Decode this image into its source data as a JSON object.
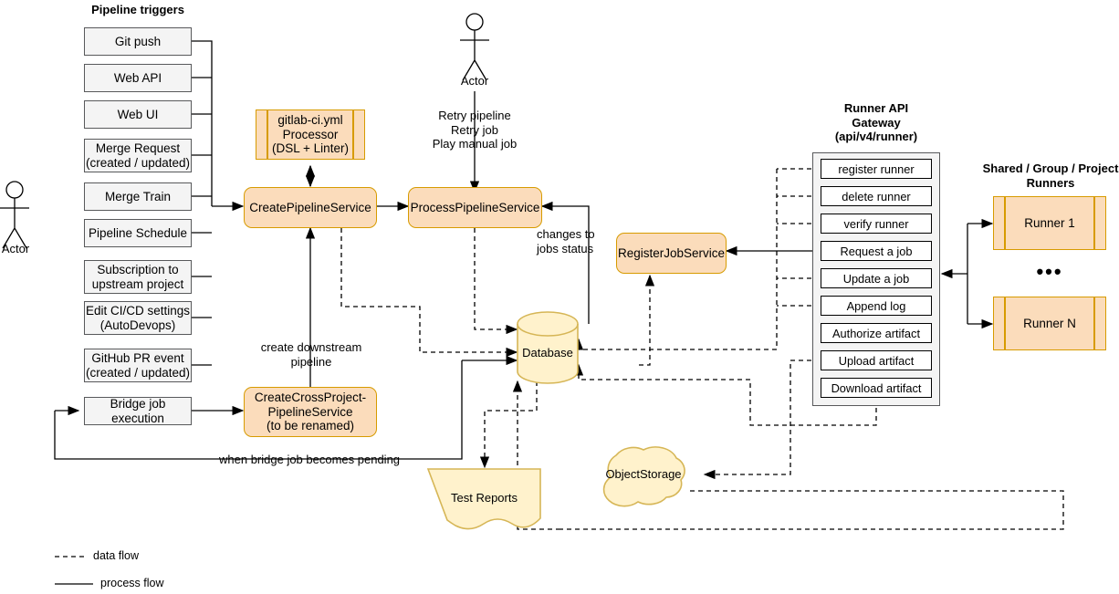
{
  "diagram": {
    "title_triggers": "Pipeline triggers",
    "title_gateway": "Runner API\nGateway\n(api/v4/runner)",
    "title_runners": "Shared / Group / Project\nRunners"
  },
  "actors": [
    {
      "name": "actor-left",
      "label": "Actor"
    },
    {
      "name": "actor-top",
      "label": "Actor"
    }
  ],
  "triggers": [
    {
      "label": "Git push"
    },
    {
      "label": "Web API"
    },
    {
      "label": "Web UI"
    },
    {
      "label": "Merge Request\n(created / updated)"
    },
    {
      "label": "Merge Train"
    },
    {
      "label": "Pipeline Schedule"
    },
    {
      "label": "Subscription to\nupstream project"
    },
    {
      "label": "Edit CI/CD settings\n(AutoDevops)"
    },
    {
      "label": "GitHub PR event\n(created / updated)"
    },
    {
      "label": "Bridge job execution"
    }
  ],
  "services": [
    {
      "name": "gitlab-ci-yml-processor",
      "label": "gitlab-ci.yml\nProcessor\n(DSL + Linter)"
    },
    {
      "name": "create-pipeline-service",
      "label": "CreatePipelineService"
    },
    {
      "name": "process-pipeline-service",
      "label": "ProcessPipelineService"
    },
    {
      "name": "register-job-service",
      "label": "RegisterJobService"
    },
    {
      "name": "create-cross-project-pipeline-service",
      "label": "CreateCrossProject-\nPipelineService\n(to be renamed)"
    }
  ],
  "stores": [
    {
      "name": "database",
      "label": "Database"
    },
    {
      "name": "object-storage",
      "label": "ObjectStorage"
    },
    {
      "name": "test-reports",
      "label": "Test Reports"
    }
  ],
  "api_endpoints": [
    {
      "label": "register runner"
    },
    {
      "label": "delete runner"
    },
    {
      "label": "verify runner"
    },
    {
      "label": "Request a job"
    },
    {
      "label": "Update a job"
    },
    {
      "label": "Append log"
    },
    {
      "label": "Authorize artifact"
    },
    {
      "label": "Upload artifact"
    },
    {
      "label": "Download artifact"
    }
  ],
  "runners": [
    {
      "label": "Runner 1"
    },
    {
      "label": "Runner N"
    }
  ],
  "runners_ellipsis": "•••",
  "edge_labels": [
    {
      "name": "retry-pipeline-label",
      "text": "Retry pipeline\nRetry job\nPlay manual job"
    },
    {
      "name": "changes-to-jobs-status-label",
      "text": "changes to\njobs status"
    },
    {
      "name": "create-downstream-pipeline-label",
      "text": "create downstream\npipeline"
    },
    {
      "name": "when-bridge-job-becomes-pending-label",
      "text": "when bridge job becomes pending"
    }
  ],
  "legend": [
    {
      "style": "dashed",
      "label": "data flow"
    },
    {
      "style": "solid",
      "label": "process flow"
    }
  ],
  "colors": {
    "service_fill": "#fbdcbb",
    "service_stroke": "#d79b00",
    "store_fill": "#fff2cc",
    "store_stroke": "#d6b656",
    "trigger_fill": "#f4f4f4",
    "trigger_stroke": "#58595b",
    "line": "#000000"
  }
}
